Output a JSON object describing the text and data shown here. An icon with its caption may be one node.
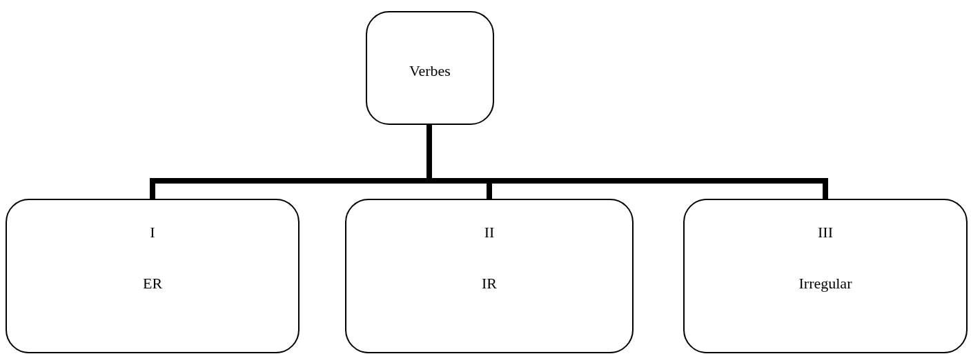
{
  "diagram": {
    "nodes": [
      {
        "text": [
          "Verbes"
        ]
      },
      {
        "text": [
          "I",
          "ER"
        ]
      },
      {
        "text": [
          "II",
          "IR"
        ]
      },
      {
        "text": [
          "III",
          "Irregular"
        ]
      }
    ],
    "edges": [
      {
        "from": 0,
        "to": 1,
        "arrow": "none"
      },
      {
        "from": 0,
        "to": 2,
        "arrow": "none"
      },
      {
        "from": 0,
        "to": 3,
        "arrow": "none"
      }
    ]
  }
}
